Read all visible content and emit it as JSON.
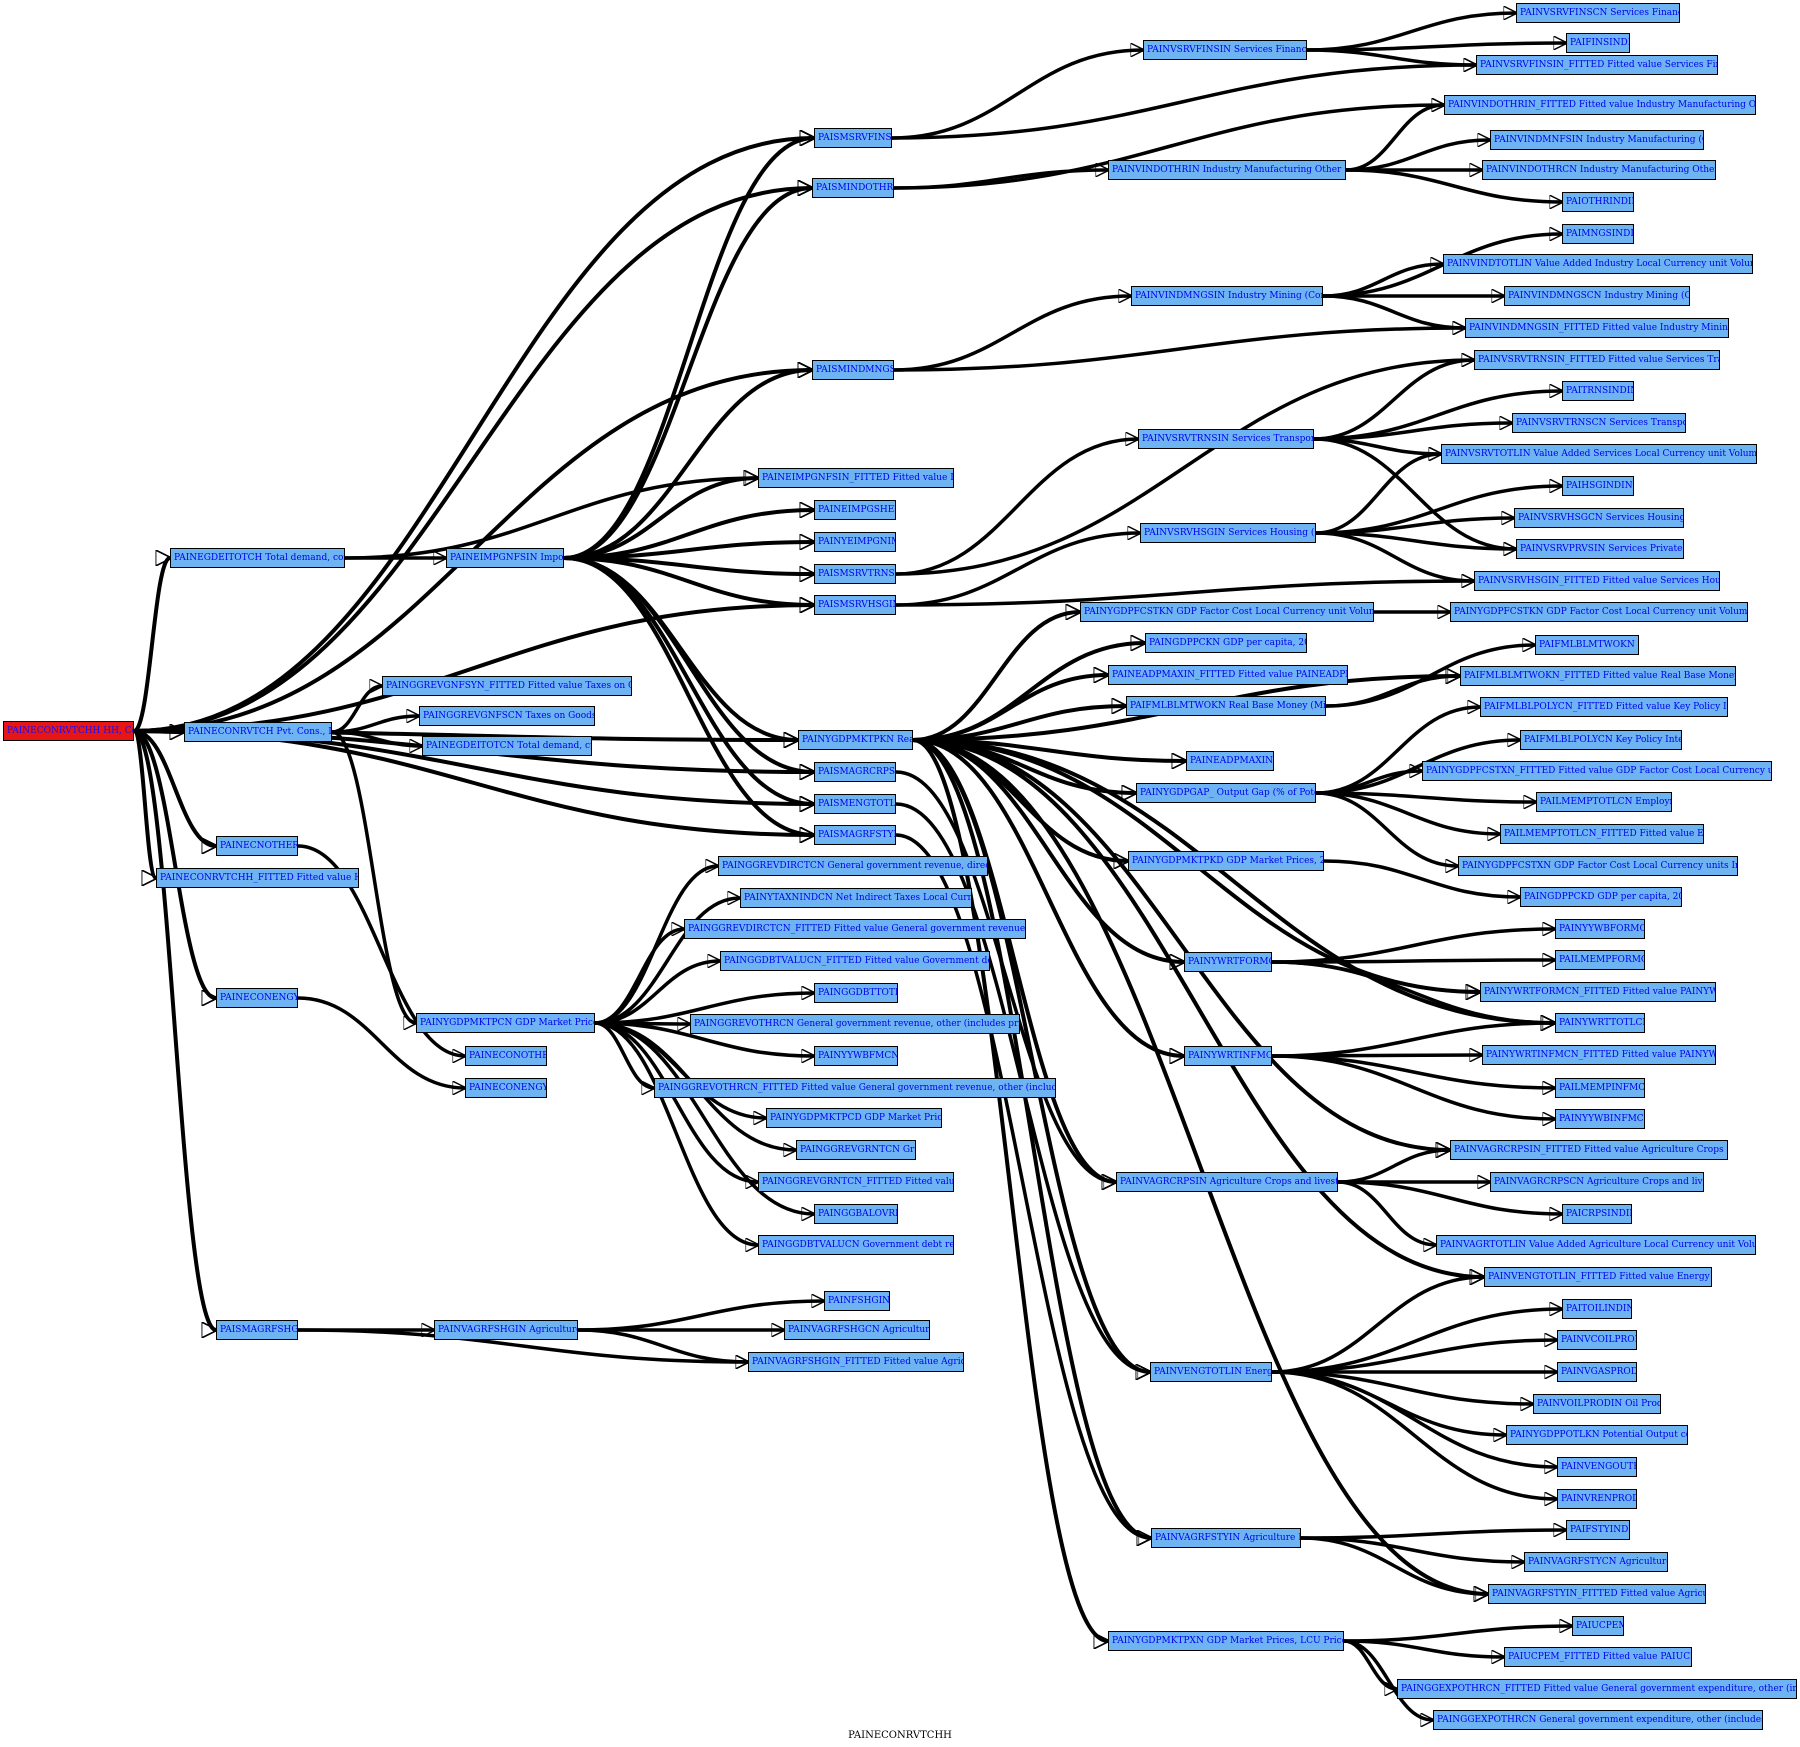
{
  "graph": {
    "caption": "PAINECONRVTCHH",
    "node_fill": "#6fb4f2",
    "root_fill": "#e81515",
    "label_color": "#0000ee",
    "nodes": [
      {
        "id": "root",
        "label": "PAINECONRVTCHH HH, Cons. Real"
      },
      {
        "id": "ecnrvtch",
        "label": "PAINECONRVTCH Pvt. Cons., LCU mn"
      },
      {
        "id": "gdeit",
        "label": "PAINEGDEITOTCH Total demand, constant LCU"
      },
      {
        "id": "ecnother",
        "label": "PAINECNOTHERIN"
      },
      {
        "id": "ecnrvtch_f",
        "label": "PAINECONRVTCHH_FITTED Fitted value HH Cons. Real"
      },
      {
        "id": "ecnnegy",
        "label": "PAINECONENGYIN"
      },
      {
        "id": "smagrf",
        "label": "PAISMAGRFSHGIN"
      },
      {
        "id": "nimp",
        "label": "PAINEIMPGNFSIN Imports real"
      },
      {
        "id": "taxes_f",
        "label": "PAINGGREVGNFSYN_FITTED Fitted value Taxes on Goods and Services"
      },
      {
        "id": "taxes",
        "label": "PAINGGREVGNFSCN Taxes on Goods and Services"
      },
      {
        "id": "totdem",
        "label": "PAINEGDEITOTCN Total demand, current LCU"
      },
      {
        "id": "gdpmktcn",
        "label": "PAINYGDPMKTPCN GDP Market Prices, LCU mn"
      },
      {
        "id": "ecnothcn",
        "label": "PAINECONOTHERCN"
      },
      {
        "id": "ecnnegycn",
        "label": "PAINECONENGYCN"
      },
      {
        "id": "agrfsh",
        "label": "PAINVAGRFSHGIN Agriculture Fishing"
      },
      {
        "id": "smsrvfin",
        "label": "PAISMSRVFINSIN"
      },
      {
        "id": "smindoth",
        "label": "PAISMINDOTHRIN"
      },
      {
        "id": "smindmng",
        "label": "PAISMINDMNGSIN"
      },
      {
        "id": "nimp_f",
        "label": "PAINEIMPGNFSIN_FITTED Fitted value Imports real"
      },
      {
        "id": "nimpgs",
        "label": "PAINEIMPGSHEIN"
      },
      {
        "id": "nimpgnimp",
        "label": "PAINYEIMPGNIMPIN"
      },
      {
        "id": "smsrvtrn",
        "label": "PAISMSRVTRNSIN"
      },
      {
        "id": "smsrvhsg",
        "label": "PAISMSRVHSGIN"
      },
      {
        "id": "gdpmkt",
        "label": "PAINYGDPMKTPKN Real GDP"
      },
      {
        "id": "smagrcr",
        "label": "PAISMAGRCRPSIN"
      },
      {
        "id": "smengtot",
        "label": "PAISMENGTOTLIN"
      },
      {
        "id": "smagrfst",
        "label": "PAISMAGRFSTYIN"
      },
      {
        "id": "dirtax",
        "label": "PAINGGREVDIRCTCN General government revenue, direct taxes (millions LCU)"
      },
      {
        "id": "taxnind",
        "label": "PAINYTAXNINDCN Net Indirect Taxes Local Currency unit Values"
      },
      {
        "id": "dirtax_f",
        "label": "PAINGGREVDIRCTCN_FITTED Fitted value General government revenue, direct taxes (millions LCU)"
      },
      {
        "id": "debtval_f",
        "label": "PAINGGDBTVALUCN_FITTED Fitted value Government debt revaluation (LCU)"
      },
      {
        "id": "ggdbttot",
        "label": "PAINGGDBTTOTLCN_"
      },
      {
        "id": "revoth",
        "label": "PAINGGREVOTHRCN General government revenue, other (includes privatization) (millions LCU)"
      },
      {
        "id": "ywbs",
        "label": "PAINYYWBFMCN_"
      },
      {
        "id": "revoth_f",
        "label": "PAINGGREVOTHRCN_FITTED Fitted value General government revenue, other (includes privatization) (millions LCU)"
      },
      {
        "id": "gdpusd",
        "label": "PAINYGDPMKTPCD GDP Market Prices, US$ mn"
      },
      {
        "id": "grants",
        "label": "PAINGGREVGRNTCN Grants, LCU"
      },
      {
        "id": "grants_f",
        "label": "PAINGGREVGRNTCN_FITTED Fitted value Grants, LCU"
      },
      {
        "id": "balov",
        "label": "PAINGGBALOVRLCN_"
      },
      {
        "id": "debtval",
        "label": "PAINGGDBTVALUCN Government debt revaluation (LCU)"
      },
      {
        "id": "fshg",
        "label": "PAINFSHGINDIN"
      },
      {
        "id": "agrfshcn",
        "label": "PAINVAGRFSHGCN Agriculture Fishing"
      },
      {
        "id": "agrfsh_f",
        "label": "PAINVAGRFSHGIN_FITTED Fitted value Agriculture Fishing"
      },
      {
        "id": "srvfin",
        "label": "PAINVSRVFINSIN Services Finance (Constant)"
      },
      {
        "id": "srvfincn",
        "label": "PAINVSRVFINSCN Services Finance (Current)"
      },
      {
        "id": "findin",
        "label": "PAIFINSINDIN"
      },
      {
        "id": "srvfin_f",
        "label": "PAINVSRVFINSIN_FITTED Fitted value Services Finance (Constant)"
      },
      {
        "id": "indoth_f",
        "label": "PAINVINDOTHRIN_FITTED Fitted value Industry Manufacturing Other (Constant Prices)"
      },
      {
        "id": "indoth",
        "label": "PAINVINDOTHRIN Industry Manufacturing Other (Constant Prices)"
      },
      {
        "id": "indmnf",
        "label": "PAINVINDMNFSIN Industry Manufacturing (Constant Prices)"
      },
      {
        "id": "indothcn",
        "label": "PAINVINDOTHRCN Industry Manufacturing Other (Current Prices)"
      },
      {
        "id": "othrind",
        "label": "PAIOTHRINDIN"
      },
      {
        "id": "mngs",
        "label": "PAIMNGSINDIN"
      },
      {
        "id": "indmng",
        "label": "PAINVINDMNGSIN Industry Mining (Constant Prices)"
      },
      {
        "id": "indtot",
        "label": "PAINVINDTOTLIN Value Added Industry Local Currency unit Volumes National base year"
      },
      {
        "id": "indmngcn",
        "label": "PAINVINDMNGSCN Industry Mining (Current Prices)"
      },
      {
        "id": "indmng_f",
        "label": "PAINVINDMNGSIN_FITTED Fitted value Industry Mining (Constant Prices)"
      },
      {
        "id": "srvtrn_f",
        "label": "PAINVSRVTRNSIN_FITTED Fitted value Services Transport (Constant)"
      },
      {
        "id": "trns",
        "label": "PAITRNSINDIN"
      },
      {
        "id": "srvtrn",
        "label": "PAINVSRVTRNSIN Services Transport (Constant)"
      },
      {
        "id": "srvtrncn",
        "label": "PAINVSRVTRNSCN Services Transport (Current)"
      },
      {
        "id": "srvtot",
        "label": "PAINVSRVTOTLIN Value Added Services Local Currency unit Volumes National base year"
      },
      {
        "id": "hsg",
        "label": "PAIHSGINDIN"
      },
      {
        "id": "srvhsg",
        "label": "PAINVSRVHSGIN Services Housing (Constant)"
      },
      {
        "id": "srvhsgcn",
        "label": "PAINVSRVHSGCN Services Housing (Current)"
      },
      {
        "id": "srvpriv",
        "label": "PAINVSRVPRVSIN Services Private (Constant)"
      },
      {
        "id": "srvhsg_f",
        "label": "PAINVSRVHSGIN_FITTED Fitted value Services Housing (Constant)"
      },
      {
        "id": "gdpfc",
        "label": "PAINYGDPFCSTKN GDP Factor Cost Local Currency unit Volumes National base year"
      },
      {
        "id": "gdpfc2",
        "label": "PAINYGDPFCSTKN GDP Factor Cost Local Currency unit Volumes National base year"
      },
      {
        "id": "gdppc",
        "label": "PAINGDPPCKN GDP per capita, 2007 LCU mn"
      },
      {
        "id": "adpm_f",
        "label": "PAINEADPMAXIN_FITTED Fitted value PAINEADPMAXIN"
      },
      {
        "id": "basemoney",
        "label": "PAIFMLBLMTWOKN Base money"
      },
      {
        "id": "realbm",
        "label": "PAIFMLBLMTWOKN Real Base Money (Mil. Real LCU)"
      },
      {
        "id": "realbm_f",
        "label": "PAIFMLBLMTWOKN_FITTED Fitted value Real Base Money (Mil. Real LCU)"
      },
      {
        "id": "polrt_f",
        "label": "PAIFMLBLPOLYCN_FITTED Fitted value Key Policy Interest Rate"
      },
      {
        "id": "polrt",
        "label": "PAIFMLBLPOLYCN Key Policy Interest Rate"
      },
      {
        "id": "adpm",
        "label": "PAINEADPMAXIN"
      },
      {
        "id": "gdpfcdefl_f",
        "label": "PAINYGDPFCSTXN_FITTED Fitted value GDP Factor Cost Local Currency units Implicit Price deflator"
      },
      {
        "id": "gap",
        "label": "PAINYGDPGAP_ Output Gap (% of Potential GDP)"
      },
      {
        "id": "emp",
        "label": "PAILMEMPTOTLCN Employment"
      },
      {
        "id": "emp_f",
        "label": "PAILMEMPTOTLCN_FITTED Fitted value Employment"
      },
      {
        "id": "gdpfcdefl",
        "label": "PAINYGDPFCSTXN GDP Factor Cost Local Currency units Implicit Price deflator"
      },
      {
        "id": "gdp2000",
        "label": "PAINYGDPMKTPKD GDP Market Prices, 2000 US$ mn"
      },
      {
        "id": "gdppcusd",
        "label": "PAINGDPPCKD GDP per capita, 2000 US$ mn"
      },
      {
        "id": "wfor",
        "label": "PAINYWRTFORMCN"
      },
      {
        "id": "ywbform",
        "label": "PAINYYWBFORMCN"
      },
      {
        "id": "lmempform",
        "label": "PAILMEMPFORMCN"
      },
      {
        "id": "wfor_f",
        "label": "PAINYWRTFORMCN_FITTED Fitted value PAINYWRTFORMCN"
      },
      {
        "id": "wrttot",
        "label": "PAINYWRTTOTLCN"
      },
      {
        "id": "winf",
        "label": "PAINYWRTINFMCN"
      },
      {
        "id": "winf_f",
        "label": "PAINYWRTINFMCN_FITTED Fitted value PAINYWRTINFMCN"
      },
      {
        "id": "lmempinf",
        "label": "PAILMEMPINFMCN"
      },
      {
        "id": "ywbinf",
        "label": "PAINYYWBINFMCN"
      },
      {
        "id": "agrcrp_f",
        "label": "PAINVAGRCRPSIN_FITTED Fitted value Agriculture Crops and livestock (Constant)"
      },
      {
        "id": "agrcrp",
        "label": "PAINVAGRCRPSIN Agriculture Crops and livestock (Constant)"
      },
      {
        "id": "agrcrpcn",
        "label": "PAINVAGRCRPSCN Agriculture Crops and livestock (Current)"
      },
      {
        "id": "crps",
        "label": "PAICRPSINDIN"
      },
      {
        "id": "agrtot",
        "label": "PAINVAGRTOTLIN Value Added Agriculture Local Currency unit Volumes National base year"
      },
      {
        "id": "engtot_f",
        "label": "PAINVENGTOTLIN_FITTED Fitted value Energy VA (Constant)"
      },
      {
        "id": "engtot",
        "label": "PAINVENGTOTLIN Energy VA (Constant)"
      },
      {
        "id": "toil",
        "label": "PAITOILINDIN"
      },
      {
        "id": "coilprod",
        "label": "PAINVCOILPRODIN"
      },
      {
        "id": "gasprod",
        "label": "PAINVGASPRODIN"
      },
      {
        "id": "oilprod",
        "label": "PAINVOILPRODIN Oil Production"
      },
      {
        "id": "gdpfot",
        "label": "PAINYGDPPOTLKN Potential Output constant LCU"
      },
      {
        "id": "engouthr",
        "label": "PAINVENGOUTHRIN"
      },
      {
        "id": "renprod",
        "label": "PAINVRENPRODIN"
      },
      {
        "id": "fsty",
        "label": "PAIFSTYINDIN"
      },
      {
        "id": "agrfst",
        "label": "PAINVAGRFSTYIN Agriculture Forestry"
      },
      {
        "id": "agrfstcn",
        "label": "PAINVAGRFSTYCN Agriculture Forestry"
      },
      {
        "id": "agrfst_f",
        "label": "PAINVAGRFSTYIN_FITTED Fitted value Agriculture Forestry"
      },
      {
        "id": "gdpdefl",
        "label": "PAINYGDPMKTPXN GDP Market Prices, LCU Price defl, 2000 = 1"
      },
      {
        "id": "ucpem",
        "label": "PAIUCPEM"
      },
      {
        "id": "ucpem_f",
        "label": "PAIUCPEM_FITTED Fitted value PAIUCPEM"
      },
      {
        "id": "expoth_f",
        "label": "PAINGGEXPOTHRCN_FITTED Fitted value General government expenditure, other (includes transfers) (millions LCU)"
      },
      {
        "id": "expoth",
        "label": "PAINGGEXPOTHRCN General government expenditure, other (includes transfers) (millions LCU)"
      }
    ],
    "edges": [
      [
        "root",
        "smsrvfin"
      ],
      [
        "root",
        "smindoth"
      ],
      [
        "root",
        "smindmng"
      ],
      [
        "root",
        "gdeit"
      ],
      [
        "root",
        "smsrvhsg"
      ],
      [
        "root",
        "gdpmkt"
      ],
      [
        "root",
        "ecnrvtch"
      ],
      [
        "root",
        "smagrcr"
      ],
      [
        "root",
        "smengtot"
      ],
      [
        "root",
        "smagrfst"
      ],
      [
        "root",
        "ecnother"
      ],
      [
        "root",
        "ecnrvtch_f"
      ],
      [
        "root",
        "ecnnegy"
      ],
      [
        "root",
        "smagrf"
      ],
      [
        "gdeit",
        "nimp"
      ],
      [
        "gdeit",
        "nimp_f"
      ],
      [
        "ecnrvtch",
        "taxes_f"
      ],
      [
        "ecnrvtch",
        "taxes"
      ],
      [
        "ecnrvtch",
        "totdem"
      ],
      [
        "ecnrvtch",
        "gdpmktcn"
      ],
      [
        "ecnother",
        "ecnothcn"
      ],
      [
        "ecnnegy",
        "ecnnegycn"
      ],
      [
        "smagrf",
        "agrfsh"
      ],
      [
        "smagrf",
        "agrfsh_f"
      ],
      [
        "agrfsh",
        "fshg"
      ],
      [
        "agrfsh",
        "agrfshcn"
      ],
      [
        "agrfsh",
        "agrfsh_f"
      ],
      [
        "nimp",
        "smsrvfin"
      ],
      [
        "nimp",
        "smindoth"
      ],
      [
        "nimp",
        "smindmng"
      ],
      [
        "nimp",
        "nimp_f"
      ],
      [
        "nimp",
        "nimpgs"
      ],
      [
        "nimp",
        "nimpgnimp"
      ],
      [
        "nimp",
        "smsrvtrn"
      ],
      [
        "nimp",
        "smsrvhsg"
      ],
      [
        "nimp",
        "gdpmkt"
      ],
      [
        "nimp",
        "smagrcr"
      ],
      [
        "nimp",
        "smengtot"
      ],
      [
        "nimp",
        "smagrfst"
      ],
      [
        "gdpmktcn",
        "dirtax"
      ],
      [
        "gdpmktcn",
        "taxnind"
      ],
      [
        "gdpmktcn",
        "dirtax_f"
      ],
      [
        "gdpmktcn",
        "debtval_f"
      ],
      [
        "gdpmktcn",
        "ggdbttot"
      ],
      [
        "gdpmktcn",
        "revoth"
      ],
      [
        "gdpmktcn",
        "ywbs"
      ],
      [
        "gdpmktcn",
        "revoth_f"
      ],
      [
        "gdpmktcn",
        "gdpusd"
      ],
      [
        "gdpmktcn",
        "grants"
      ],
      [
        "gdpmktcn",
        "grants_f"
      ],
      [
        "gdpmktcn",
        "balov"
      ],
      [
        "gdpmktcn",
        "debtval"
      ],
      [
        "smsrvfin",
        "srvfin"
      ],
      [
        "smsrvfin",
        "srvfin_f"
      ],
      [
        "smindoth",
        "indoth"
      ],
      [
        "smindoth",
        "indoth_f"
      ],
      [
        "smindmng",
        "indmng"
      ],
      [
        "smindmng",
        "indmng_f"
      ],
      [
        "smsrvtrn",
        "srvtrn"
      ],
      [
        "smsrvtrn",
        "srvtrn_f"
      ],
      [
        "smsrvhsg",
        "srvhsg"
      ],
      [
        "smsrvhsg",
        "srvhsg_f"
      ],
      [
        "srvfin",
        "srvfincn"
      ],
      [
        "srvfin",
        "findin"
      ],
      [
        "srvfin",
        "srvfin_f"
      ],
      [
        "indoth",
        "indoth_f"
      ],
      [
        "indoth",
        "indmnf"
      ],
      [
        "indoth",
        "indothcn"
      ],
      [
        "indoth",
        "othrind"
      ],
      [
        "indmng",
        "mngs"
      ],
      [
        "indmng",
        "indtot"
      ],
      [
        "indmng",
        "indmngcn"
      ],
      [
        "indmng",
        "indmng_f"
      ],
      [
        "srvtrn",
        "srvtrn_f"
      ],
      [
        "srvtrn",
        "trns"
      ],
      [
        "srvtrn",
        "srvtrncn"
      ],
      [
        "srvtrn",
        "srvtot"
      ],
      [
        "srvtrn",
        "srvpriv"
      ],
      [
        "srvhsg",
        "hsg"
      ],
      [
        "srvhsg",
        "srvhsgcn"
      ],
      [
        "srvhsg",
        "srvpriv"
      ],
      [
        "srvhsg",
        "srvhsg_f"
      ],
      [
        "srvhsg",
        "srvtot"
      ],
      [
        "gdpmkt",
        "gdpfc"
      ],
      [
        "gdpmkt",
        "gdppc"
      ],
      [
        "gdpmkt",
        "adpm_f"
      ],
      [
        "gdpmkt",
        "realbm"
      ],
      [
        "gdpmkt",
        "adpm"
      ],
      [
        "gdpmkt",
        "gap"
      ],
      [
        "gdpmkt",
        "gdp2000"
      ],
      [
        "gdpmkt",
        "wfor"
      ],
      [
        "gdpmkt",
        "winf"
      ],
      [
        "gdpmkt",
        "agrcrp"
      ],
      [
        "gdpmkt",
        "engtot"
      ],
      [
        "gdpmkt",
        "agrfst"
      ],
      [
        "gdpmkt",
        "gdpdefl"
      ],
      [
        "gdpmkt",
        "realbm_f"
      ],
      [
        "gdpmkt",
        "wfor_f"
      ],
      [
        "gdpmkt",
        "wrttot"
      ],
      [
        "gdpmkt",
        "agrcrp_f"
      ],
      [
        "gdpmkt",
        "engtot_f"
      ],
      [
        "gdpmkt",
        "agrfst_f"
      ],
      [
        "gdpfc",
        "gdpfc2"
      ],
      [
        "realbm",
        "basemoney"
      ],
      [
        "realbm",
        "realbm_f"
      ],
      [
        "gap",
        "polrt_f"
      ],
      [
        "gap",
        "polrt"
      ],
      [
        "gap",
        "gdpfcdefl_f"
      ],
      [
        "gap",
        "emp"
      ],
      [
        "gap",
        "emp_f"
      ],
      [
        "gap",
        "gdpfcdefl"
      ],
      [
        "gdp2000",
        "gdppcusd"
      ],
      [
        "wfor",
        "ywbform"
      ],
      [
        "wfor",
        "lmempform"
      ],
      [
        "wfor",
        "wfor_f"
      ],
      [
        "wfor",
        "wrttot"
      ],
      [
        "winf",
        "wrttot"
      ],
      [
        "winf",
        "winf_f"
      ],
      [
        "winf",
        "lmempinf"
      ],
      [
        "winf",
        "ywbinf"
      ],
      [
        "agrcrp",
        "agrcrp_f"
      ],
      [
        "agrcrp",
        "agrcrpcn"
      ],
      [
        "agrcrp",
        "crps"
      ],
      [
        "agrcrp",
        "agrtot"
      ],
      [
        "engtot",
        "engtot_f"
      ],
      [
        "engtot",
        "toil"
      ],
      [
        "engtot",
        "coilprod"
      ],
      [
        "engtot",
        "gasprod"
      ],
      [
        "engtot",
        "oilprod"
      ],
      [
        "engtot",
        "gdpfot"
      ],
      [
        "engtot",
        "engouthr"
      ],
      [
        "engtot",
        "renprod"
      ],
      [
        "agrfst",
        "fsty"
      ],
      [
        "agrfst",
        "agrfstcn"
      ],
      [
        "agrfst",
        "agrfst_f"
      ],
      [
        "gdpdefl",
        "ucpem"
      ],
      [
        "gdpdefl",
        "ucpem_f"
      ],
      [
        "gdpdefl",
        "expoth_f"
      ],
      [
        "gdpdefl",
        "expoth"
      ],
      [
        "smagrcr",
        "agrcrp"
      ],
      [
        "smengtot",
        "engtot"
      ],
      [
        "smagrfst",
        "agrfst"
      ]
    ]
  }
}
